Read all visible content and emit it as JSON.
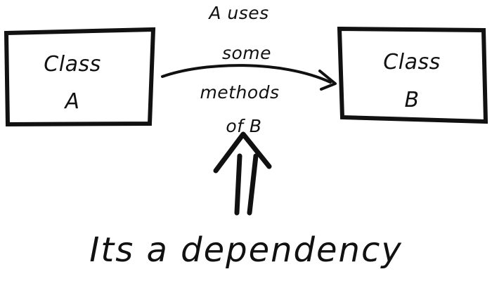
{
  "diagram": {
    "type": "uml-dependency-sketch",
    "background_color": "#ffffff",
    "ink_color": "#111111",
    "title_caption": "Its a dependency",
    "nodes": [
      {
        "id": "class-a",
        "name": "class-a-box",
        "line1": "Class",
        "line2": "A"
      },
      {
        "id": "class-b",
        "name": "class-b-box",
        "line1": "Class",
        "line2": "B"
      }
    ],
    "edge": {
      "name": "dependency-arrow",
      "direction": "a-to-b",
      "label_lines": [
        "A uses",
        "some",
        "methods",
        "of B"
      ]
    },
    "pointer": {
      "name": "up-arrow",
      "direction": "up",
      "style": "double-shaft-chevron"
    }
  }
}
